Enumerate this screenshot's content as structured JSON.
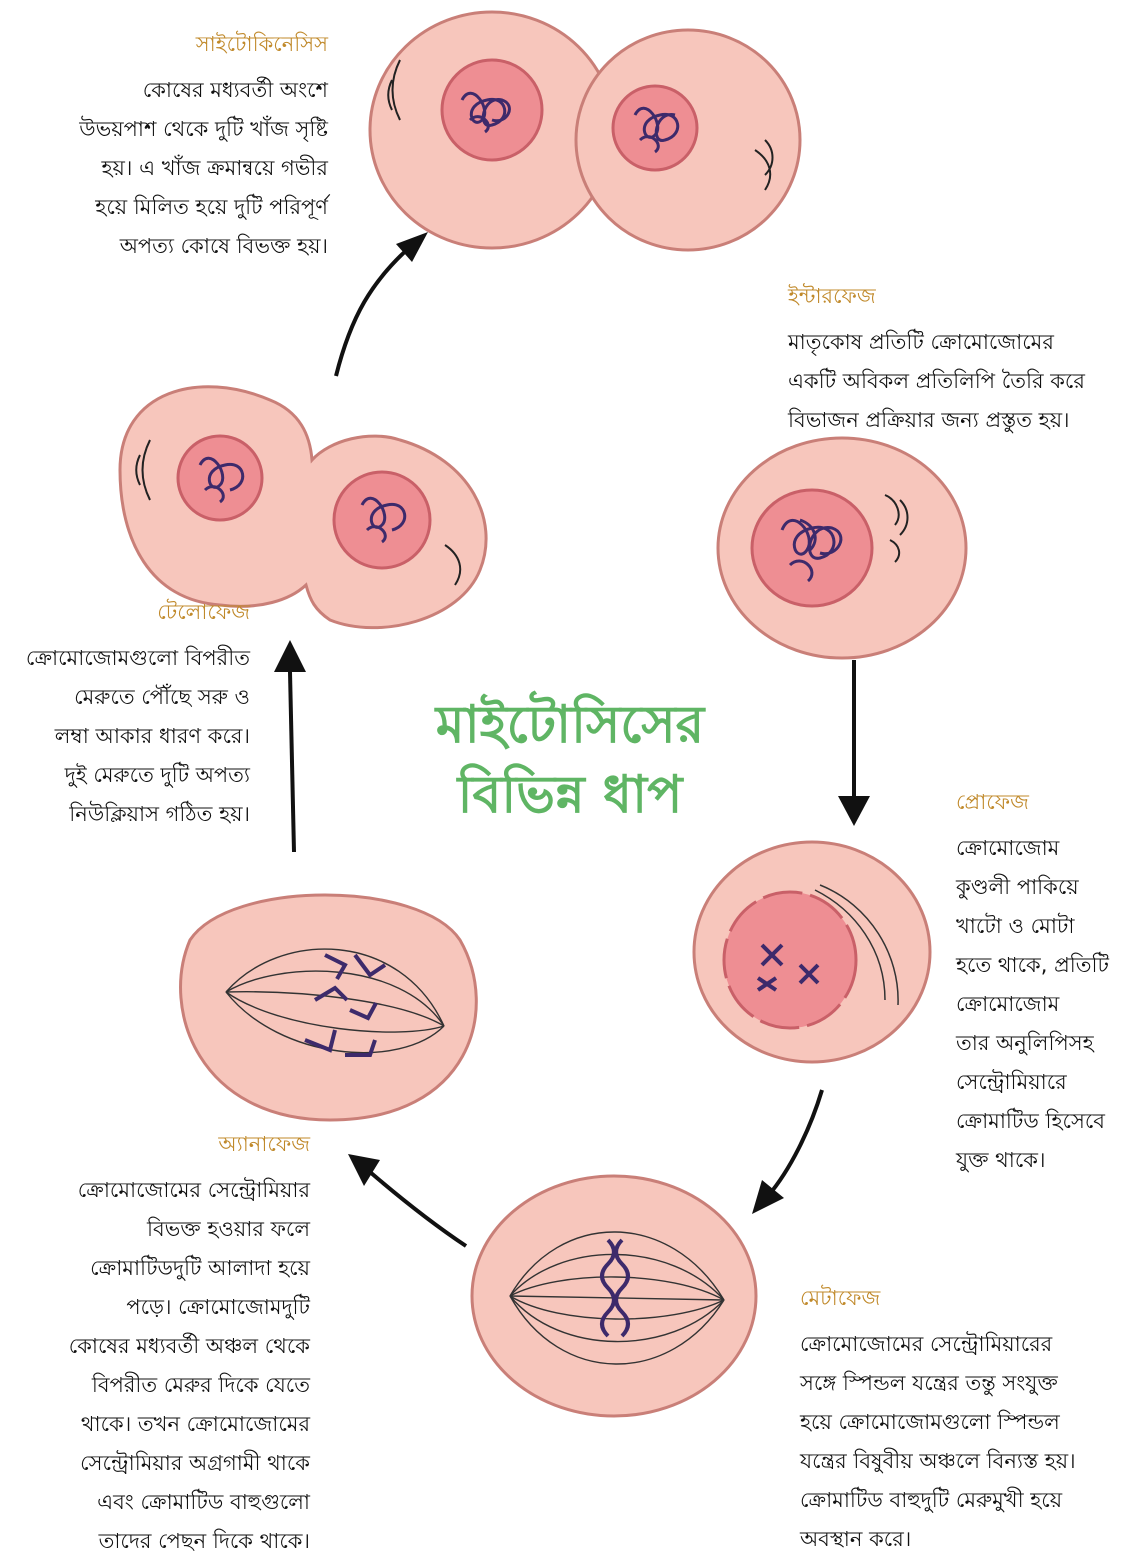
{
  "title": {
    "line1": "মাইটোসিসের",
    "line2": "বিভিন্ন ধাপ"
  },
  "colors": {
    "title": "#5fb564",
    "stage_title": "#c0892a",
    "cell": "#f7c6bc",
    "nucleus": "#ee8e93",
    "chromosome": "#3d2a6b"
  },
  "stages": {
    "cytokinesis": {
      "name": "সাইটোকিনেসিস",
      "desc": [
        "কোষের মধ্যবর্তী অংশে",
        "উভয়পাশ থেকে দুটি খাঁজ সৃষ্টি",
        "হয়। এ খাঁজ ক্রমান্বয়ে গভীর",
        "হয়ে মিলিত হয়ে দুটি পরিপূর্ণ",
        "অপত্য কোষে বিভক্ত হয়।"
      ]
    },
    "interphase": {
      "name": "ইন্টারফেজ",
      "desc": [
        "মাতৃকোষ প্রতিটি ক্রোমোজোমের",
        "একটি অবিকল প্রতিলিপি তৈরি করে",
        "বিভাজন প্রক্রিয়ার জন্য প্রস্তুত হয়।"
      ]
    },
    "prophase": {
      "name": "প্রোফেজ",
      "desc": [
        "ক্রোমোজোম",
        "কুণ্ডলী পাকিয়ে",
        "খাটো ও মোটা",
        "হতে থাকে, প্রতিটি",
        "ক্রোমোজোম",
        "তার অনুলিপিসহ",
        "সেন্ট্রোমিয়ারে",
        "ক্রোমাটিড হিসেবে",
        "যুক্ত থাকে।"
      ]
    },
    "metaphase": {
      "name": "মেটাফেজ",
      "desc": [
        "ক্রোমোজোমের সেন্ট্রোমিয়ারের",
        "সঙ্গে স্পিন্ডল যন্ত্রের তন্তু সংযুক্ত",
        "হয়ে ক্রোমোজোমগুলো স্পিন্ডল",
        "যন্ত্রের বিষুবীয় অঞ্চলে বিন্যস্ত হয়।",
        "ক্রোমাটিড বাহুদুটি মেরুমুখী হয়ে",
        "অবস্থান করে।"
      ]
    },
    "anaphase": {
      "name": "অ্যানাফেজ",
      "desc": [
        "ক্রোমোজোমের সেন্ট্রোমিয়ার",
        "বিভক্ত হওয়ার ফলে",
        "ক্রোমাটিডদুটি আলাদা হয়ে",
        "পড়ে। ক্রোমোজোমদুটি",
        "কোষের মধ্যবর্তী অঞ্চল থেকে",
        "বিপরীত মেরুর দিকে যেতে",
        "থাকে। তখন ক্রোমোজোমের",
        "সেন্ট্রোমিয়ার অগ্রগামী থাকে",
        "এবং ক্রোমাটিড বাহুগুলো",
        "তাদের পেছন দিকে থাকে।"
      ]
    },
    "telophase": {
      "name": "টেলোফেজ",
      "desc": [
        "ক্রোমোজোমগুলো বিপরীত",
        "মেরুতে পৌঁছে সরু ও",
        "লম্বা আকার ধারণ করে।",
        "দুই মেরুতে দুটি অপত্য",
        "নিউক্লিয়াস গঠিত হয়।"
      ]
    }
  }
}
